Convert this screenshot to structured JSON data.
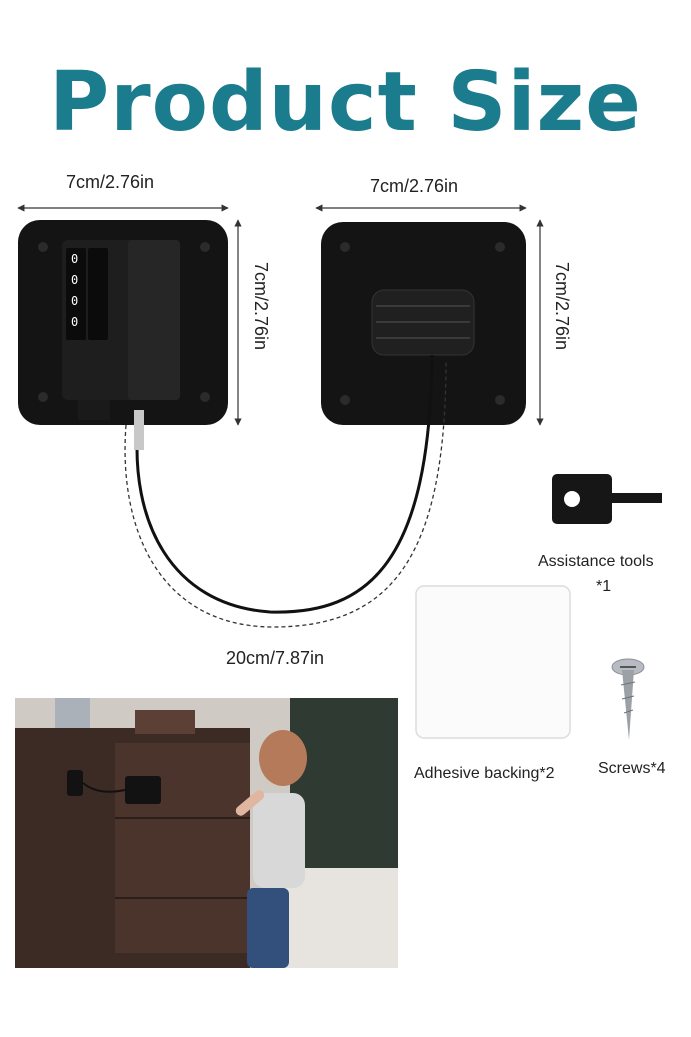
{
  "title": "Product Size",
  "dimensions": {
    "left_width": "7cm/2.76in",
    "right_width": "7cm/2.76in",
    "left_height": "7cm/2.76in",
    "right_height": "7cm/2.76in",
    "cable_length": "20cm/7.87in"
  },
  "accessories": {
    "key_label": "Assistance tools",
    "key_count": "*1",
    "adhesive_label": "Adhesive backing*2",
    "screws_label": "Screws*4"
  },
  "colors": {
    "title": "#1b7c8e",
    "lock_body": "#111111"
  },
  "combination_dials": [
    "0",
    "0",
    "0",
    "0"
  ]
}
